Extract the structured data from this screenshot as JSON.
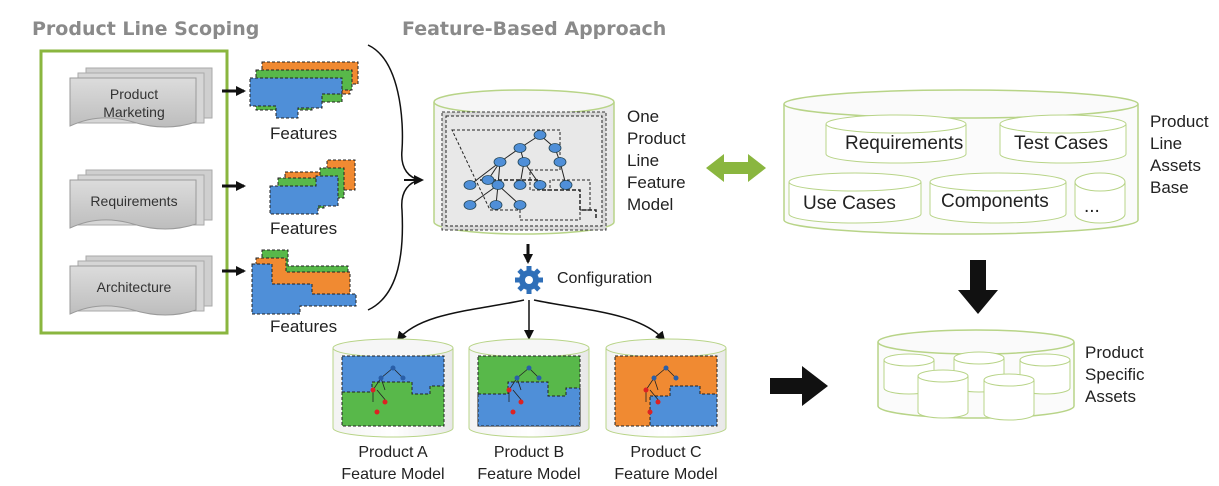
{
  "headings": {
    "left": "Product Line Scoping",
    "middle": "Feature-Based Approach"
  },
  "documents": [
    {
      "label": "Product\nMarketing"
    },
    {
      "label": "Requirements"
    },
    {
      "label": "Architecture"
    }
  ],
  "features_label": "Features",
  "feature_model": {
    "label": "One\nProduct\nLine\nFeature\nModel"
  },
  "configuration": {
    "label": "Configuration",
    "icon": "gear-icon"
  },
  "product_models": [
    {
      "label": "Product A\nFeature Model",
      "colors": [
        "#4f8fd8",
        "#58b84a"
      ]
    },
    {
      "label": "Product B\nFeature Model",
      "colors": [
        "#58b84a",
        "#4f8fd8"
      ]
    },
    {
      "label": "Product C\nFeature Model",
      "colors": [
        "#f08a32",
        "#4f8fd8"
      ]
    }
  ],
  "assets_base": {
    "label": "Product\nLine\nAssets\nBase",
    "items": [
      "Requirements",
      "Test Cases",
      "Use Cases",
      "Components",
      "..."
    ]
  },
  "product_assets": {
    "label": "Product\nSpecific\nAssets"
  },
  "colors": {
    "accent_green": "#8ab63f",
    "feature_orange": "#f08a32",
    "feature_green": "#58b84a",
    "feature_blue": "#4f8fd8",
    "cylinder_outline": "#b8d488",
    "arrow": "#111111"
  }
}
